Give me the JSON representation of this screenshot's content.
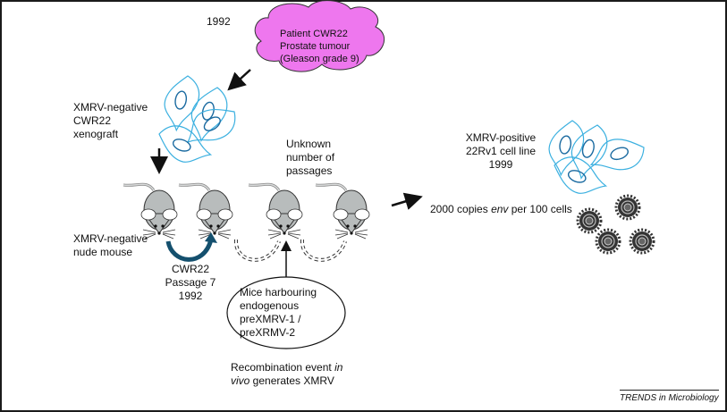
{
  "diagram": {
    "year_top": "1992",
    "patient_cloud": {
      "line1": "Patient CWR22",
      "line2": "Prostate tumour",
      "line3": "(Gleason grade 9)",
      "fill_color": "#ee77ee"
    },
    "xenograft_label": [
      "XMRV-negative",
      "CWR22",
      "xenograft"
    ],
    "mouse_label": [
      "XMRV-negative",
      "nude mouse"
    ],
    "passage_label": [
      "CWR22",
      "Passage 7",
      "1992"
    ],
    "unknown_passages": [
      "Unknown",
      "number of",
      "passages"
    ],
    "mice_ellipse": [
      "Mice harbouring",
      "endogenous",
      "preXMRV-1 /",
      "preXRMV-2"
    ],
    "recombination": {
      "line1": "Recombination event ",
      "line1_italic": "in",
      "line2_italic": "vivo",
      "line2": " generates XMRV"
    },
    "positive_label": [
      "XMRV-positive",
      "22Rv1 cell line",
      "1999"
    ],
    "copies": {
      "pre": "2000 copies ",
      "italic": "env",
      "post": " per 100 cells"
    },
    "credit": "TRENDS in Microbiology",
    "colors": {
      "cell_outline": "#3bb0e0",
      "nucleus_outline": "#1a6aa0",
      "mouse_body": "#b8bcbc",
      "passage_arrow": "#14506e"
    }
  }
}
